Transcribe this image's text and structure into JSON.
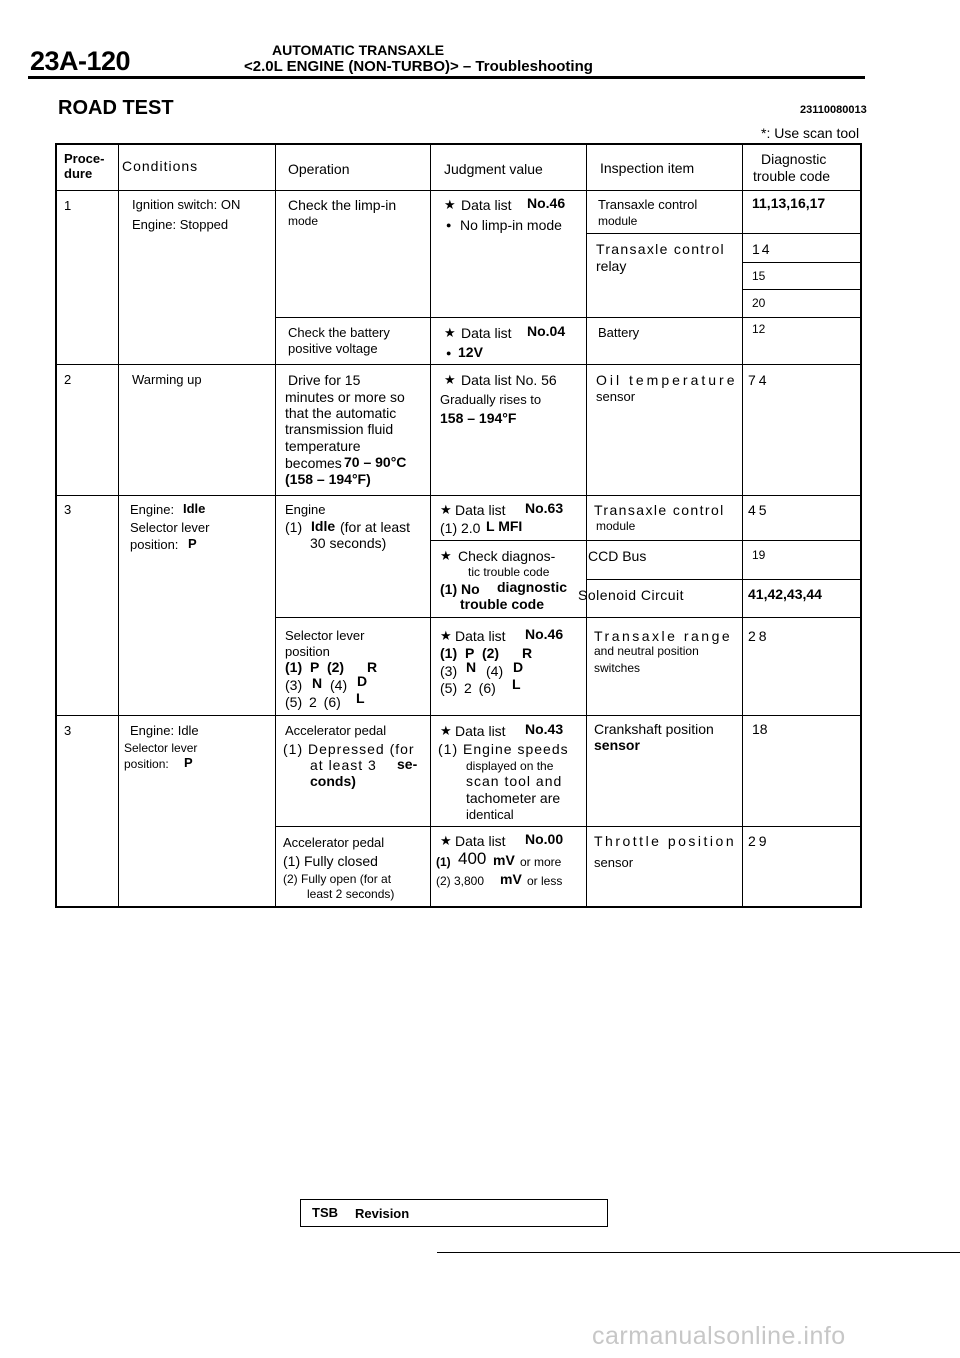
{
  "header": {
    "page_id": "23A-120",
    "title_line1": "AUTOMATIC TRANSAXLE",
    "title_line2": "<2.0L ENGINE (NON-TURBO)> – Troubleshooting"
  },
  "section": {
    "title": "ROAD TEST",
    "code": "23110080013",
    "note": "*: Use scan tool"
  },
  "table": {
    "headers": {
      "procedure_l1": "Proce-",
      "procedure_l2": "dure",
      "conditions": "Conditions",
      "operation": "Operation",
      "judgment": "Judgment value",
      "inspection": "Inspection item",
      "dtc_l1": "Diagnostic",
      "dtc_l2": "trouble code"
    },
    "symbols": {
      "star": "★",
      "bullet": "●"
    },
    "r1": {
      "proc": "1",
      "cond1": "Ignition switch: ON",
      "cond2": "Engine: Stopped",
      "op1a": "Check the limp-in",
      "op1b": "mode",
      "j1a": "Data list",
      "j1a_no": "No.46",
      "j1b": "No limp-in mode",
      "i1a": "Transaxle control",
      "i1b": "module",
      "d1": "11,13,16,17",
      "i2a": "Transaxle control",
      "i2b": "relay",
      "d2": "14",
      "d3": "15",
      "d4": "20",
      "op2a": "Check the battery",
      "op2b": "positive voltage",
      "j2a": "Data list",
      "j2a_no": "No.04",
      "j2b": "12V",
      "i3": "Battery",
      "d5": "12"
    },
    "r2": {
      "proc": "2",
      "cond": "Warming up",
      "op1": "Drive for 15",
      "op2": "minutes or more so",
      "op3": "that the automatic",
      "op4": "transmission fluid",
      "op5": "temperature",
      "op6": "becomes",
      "op6_val": "70 – 90°C",
      "op7": "(158 – 194°F)",
      "j1": "Data list No. 56",
      "j2": "Gradually rises to",
      "j3": "158 – 194°F",
      "i1": "Oil temperature",
      "i2": "sensor",
      "d": "74"
    },
    "r3": {
      "proc": "3",
      "cond1": "Engine:",
      "cond1_val": "Idle",
      "cond2": "Selector lever",
      "cond3": "position:",
      "cond3_val": "P",
      "op1": "Engine",
      "op2a": "(1)",
      "op2b": "Idle",
      "op2c": "(for at least",
      "op3": "30 seconds)",
      "j1": "Data list",
      "j1_no": "No.63",
      "j2a": "(1) 2.0",
      "j2b": "L MFI",
      "i1a": "Transaxle control",
      "i1b": "module",
      "d1": "45",
      "j3a": "Check diagnos-",
      "j3b": "tic trouble code",
      "j3c": "(1) No",
      "j3c2": "diagnostic",
      "j3d": "trouble code",
      "i2": "CCD Bus",
      "d2": "19",
      "i3": "Solenoid Circuit",
      "d3": "41,42,43,44",
      "op4a": "Selector lever",
      "op4b": "position",
      "op4c1": "(1) P (2)",
      "op4c2": "R",
      "op4d1": "(3)",
      "op4d2": "N",
      "op4d3": "(4)",
      "op4d4": "D",
      "op4e1": "(5) 2 (6)",
      "op4e2": "L",
      "j4": "Data list",
      "j4_no": "No.46",
      "j4b1": "(1) P (2)",
      "j4b2": "R",
      "j4c1": "(3)",
      "j4c2": "N",
      "j4c3": "(4)",
      "j4c4": "D",
      "j4d1": "(5) 2 (6)",
      "j4d2": "L",
      "i4a": "Transaxle range",
      "i4b": "and neutral position",
      "i4c": "switches",
      "d4": "28"
    },
    "r4": {
      "proc": "3",
      "cond1": "Engine: Idle",
      "cond2": "Selector lever",
      "cond3": "position:",
      "cond3_val": "P",
      "op1": "Accelerator pedal",
      "op2": "(1) Depressed (for",
      "op3a": "at least 3",
      "op3b": "se-",
      "op4": "conds)",
      "j1": "Data list",
      "j1_no": "No.43",
      "j2": "(1) Engine speeds",
      "j3": "displayed on the",
      "j4": "scan tool and",
      "j5": "tachometer are",
      "j6": "identical",
      "i1a": "Crankshaft position",
      "i1b": "sensor",
      "d1": "18",
      "op5": "Accelerator pedal",
      "op6": "(1) Fully closed",
      "op7": "(2) Fully open (for at",
      "op8": "least 2 seconds)",
      "j7": "Data list",
      "j7_no": "No.00",
      "j8a": "(1)",
      "j8b": "400",
      "j8c": "mV",
      "j8d": "or more",
      "j9a": "(2) 3,800",
      "j9b": "mV",
      "j9c": "or less",
      "i2a": "Throttle position",
      "i2b": "sensor",
      "d2": "29"
    }
  },
  "footer": {
    "tsb": "TSB",
    "revision": "Revision",
    "watermark": "carmanualsonline.info"
  }
}
